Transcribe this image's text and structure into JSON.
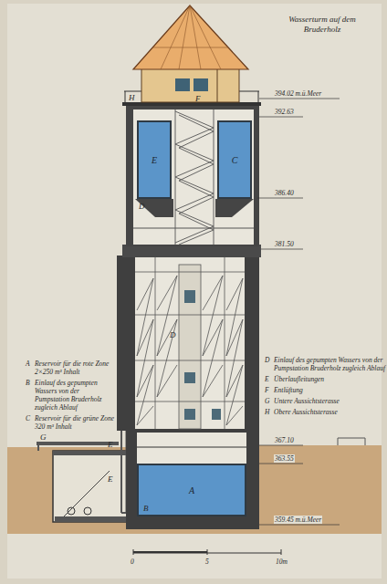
{
  "diagram": {
    "title": "Wasserturm auf dem Bruderholz",
    "nodes": [
      {
        "text": [
          "E"
        ]
      },
      {
        "text": [
          "C"
        ]
      },
      {
        "text": [
          "A"
        ]
      }
    ],
    "labels": [
      "H",
      "F",
      "D",
      "394.02 m.ü.Meer",
      "392.63",
      "386.40",
      "381.50",
      "D",
      "G",
      "E",
      "E",
      "B",
      "367.10",
      "363.55",
      "359.45 m.ü.Meer",
      "0",
      "5",
      "10m",
      "A",
      "Reservoir für die rote Zone 2×250 m³ Inhalt",
      "B",
      "Einlauf des gepumpten Wassers von der Pumpstation Bruderholz zugleich Ablauf",
      "C",
      "Reservoir für die grüne Zone 320 m³ Inhalt",
      "D",
      "Einlauf des gepumpten Wassers von der Pumpstation Bruderholz zugleich Ablauf",
      "E",
      "Überlaufleitungen",
      "F",
      "Entlüftung",
      "G",
      "Untere Aussichtsterasse",
      "H",
      "Obere Aussichtsterasse"
    ]
  }
}
